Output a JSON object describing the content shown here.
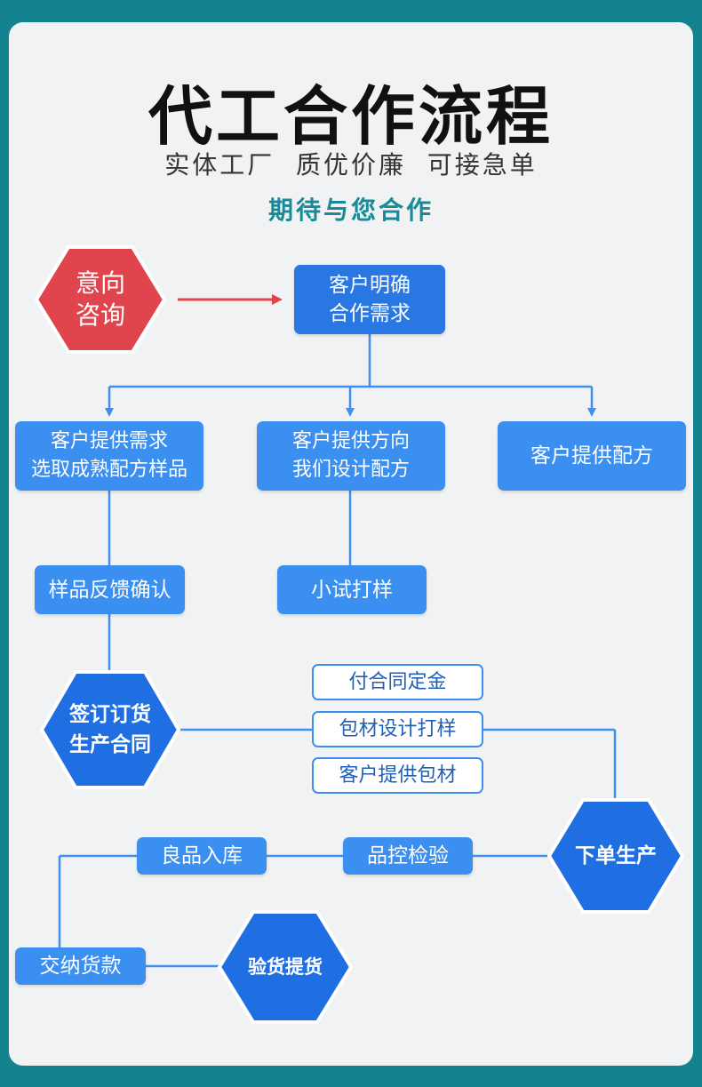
{
  "header": {
    "title": "代工合作流程",
    "subtitle": "实体工厂  质优价廉  可接急单",
    "tagline": "期待与您合作"
  },
  "colors": {
    "background": "#12838f",
    "card": "#f1f2f3",
    "box_blue": "#3b8ff0",
    "hex_blue": "#1f6fe2",
    "hex_red": "#e0454e",
    "connector": "#3f8ff0",
    "arrow_red": "#e0454e",
    "tagline_teal": "#1a8a96"
  },
  "nodes": {
    "inquiry": "意向\n咨询",
    "clarify": "客户明确\n合作需求",
    "provide_needs": "客户提供需求\n选取成熟配方样品",
    "provide_direction": "客户提供方向\n我们设计配方",
    "provide_formula": "客户提供配方",
    "sample_feedback": "样品反馈确认",
    "trial_sample": "小试打样",
    "sign_contract": "签订订货\n生产合同",
    "deposit": "付合同定金",
    "packaging_design": "包材设计打样",
    "packaging_provided": "客户提供包材",
    "place_order": "下单生产",
    "quality_check": "品控检验",
    "warehousing": "良品入库",
    "payment": "交纳货款",
    "pickup": "验货提货"
  }
}
